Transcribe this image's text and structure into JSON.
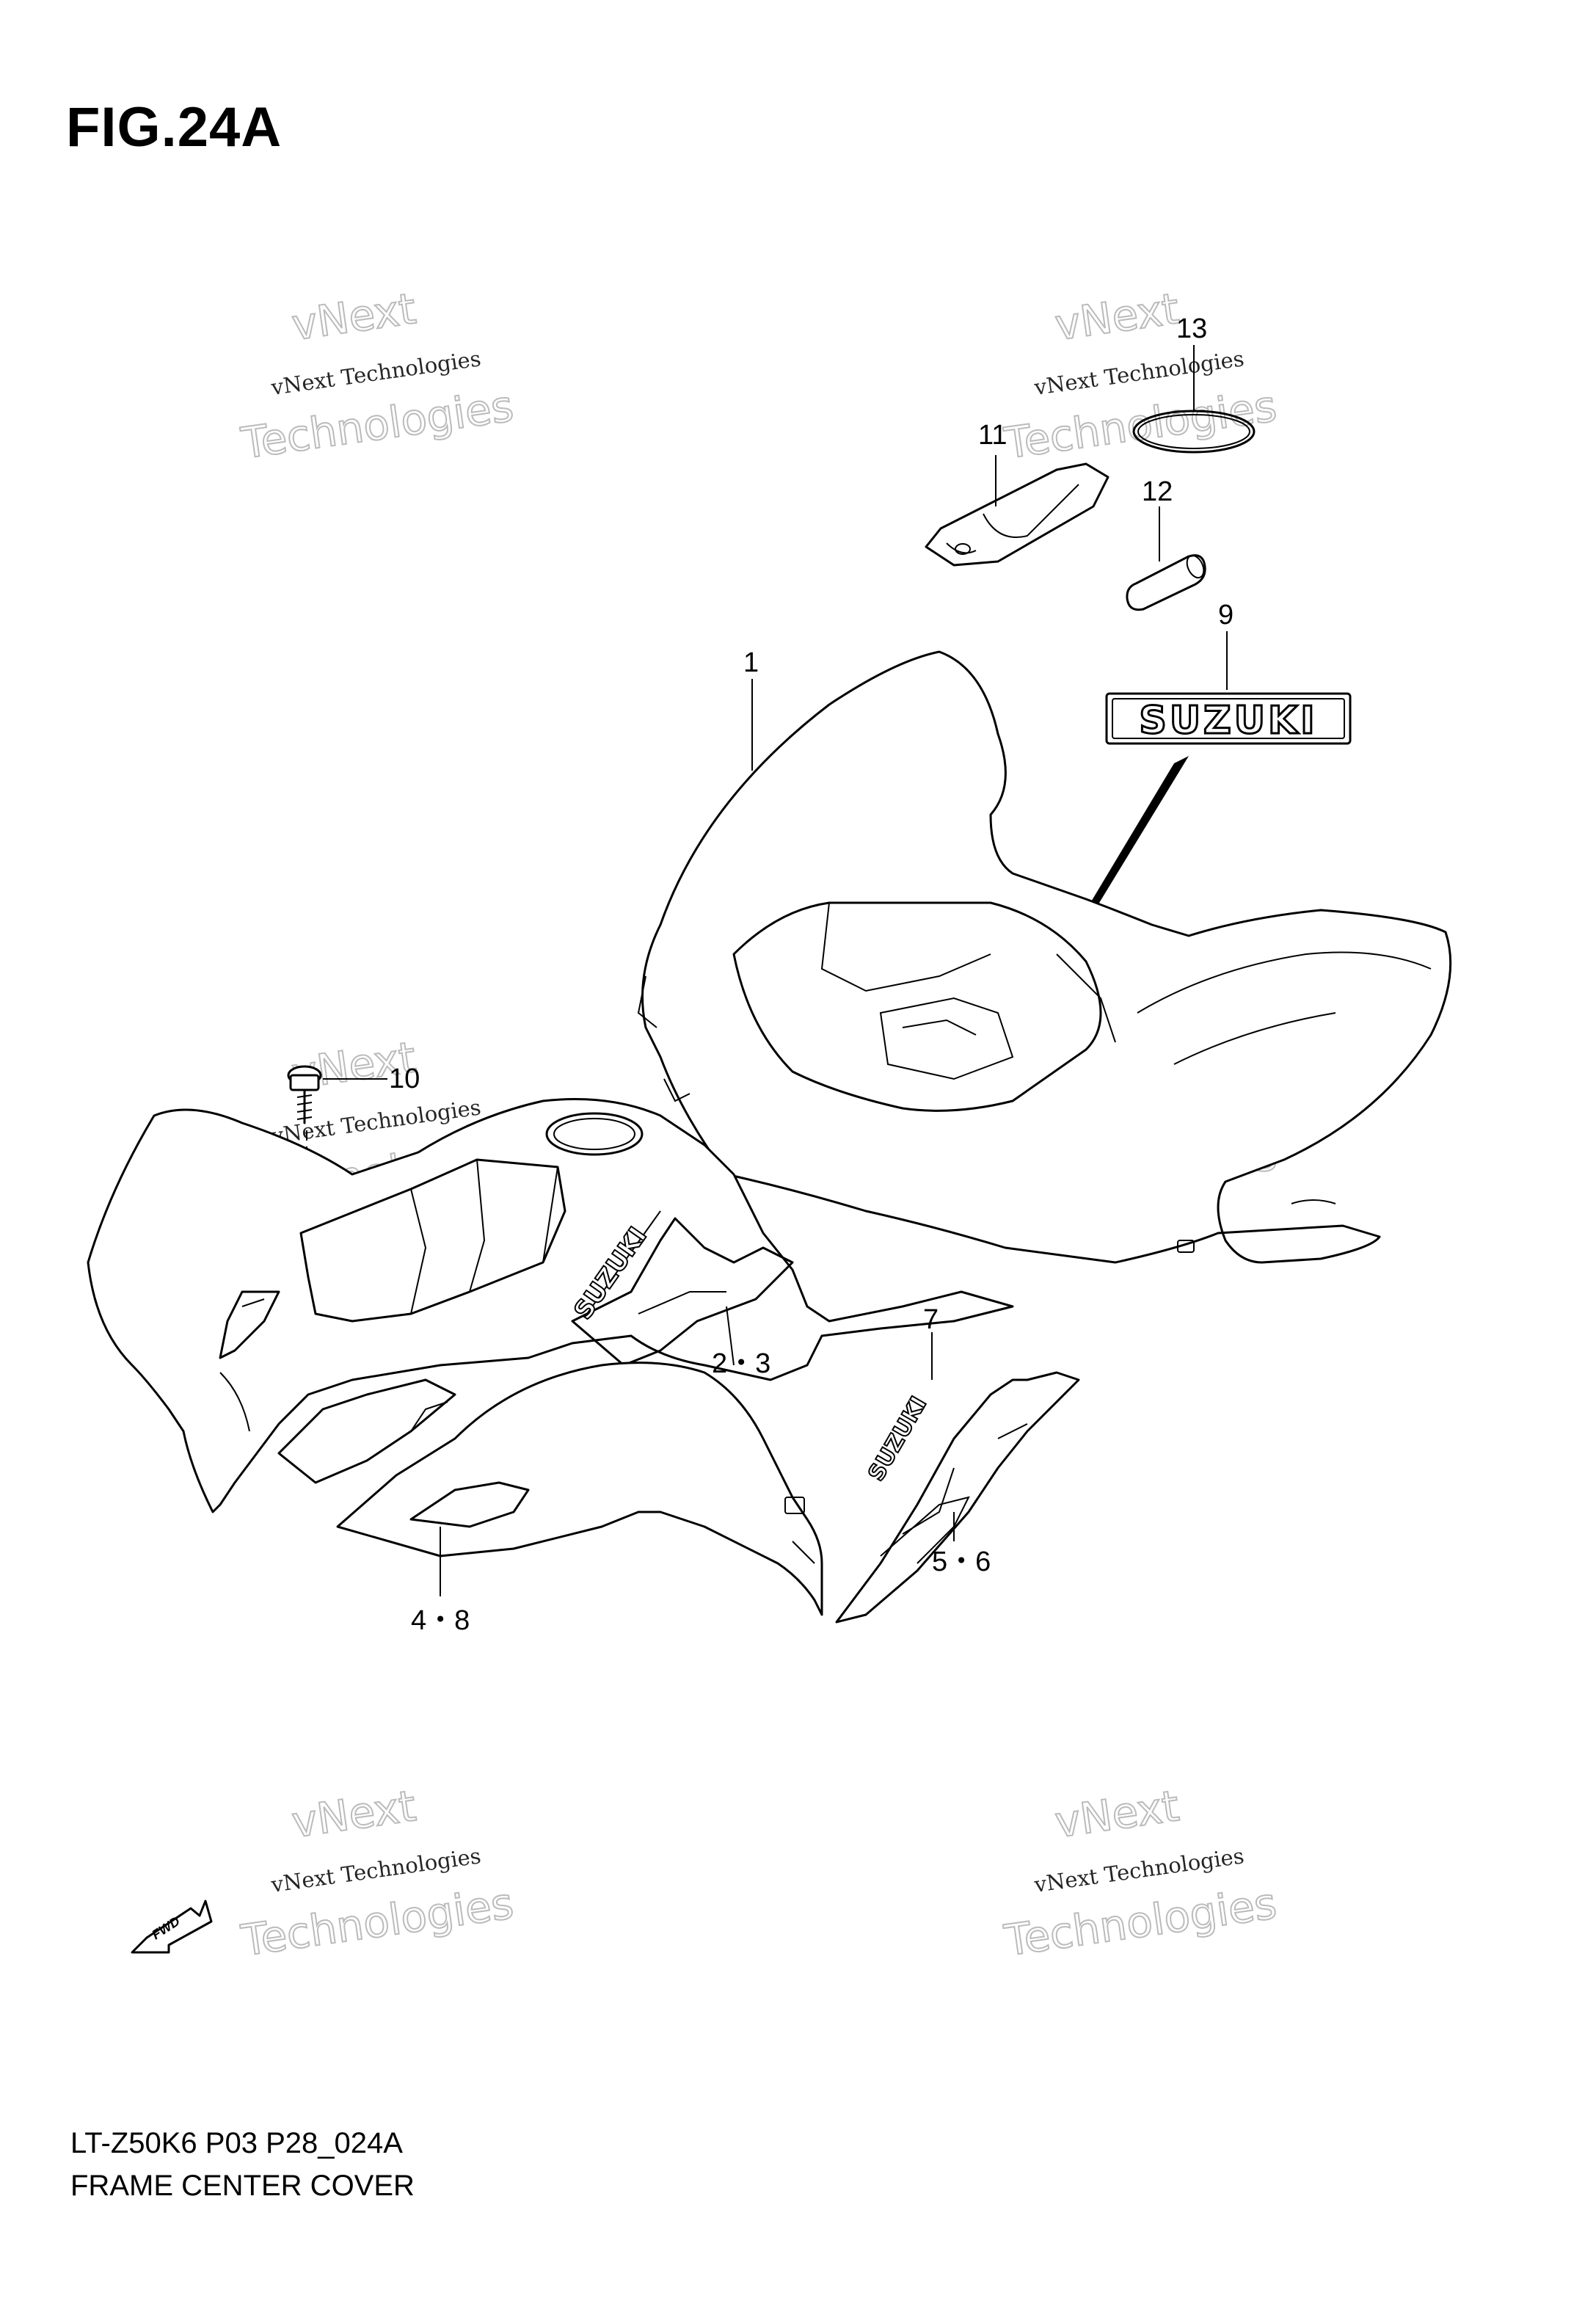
{
  "figure": {
    "title": "FIG.24A",
    "code": "LT-Z50K6 P03 P28_024A",
    "name": "FRAME CENTER COVER"
  },
  "callouts": {
    "c1": "1",
    "c23": "2・3",
    "c48": "4・8",
    "c56": "5・6",
    "c7": "7",
    "c9": "9",
    "c10": "10",
    "c11": "11",
    "c12": "12",
    "c13": "13"
  },
  "labels": {
    "logo_text": "SUZUKI",
    "fwd": "FWD"
  },
  "watermark": {
    "line1": "vNext",
    "line2": "vNext Technologies",
    "line3": "Technologies"
  }
}
